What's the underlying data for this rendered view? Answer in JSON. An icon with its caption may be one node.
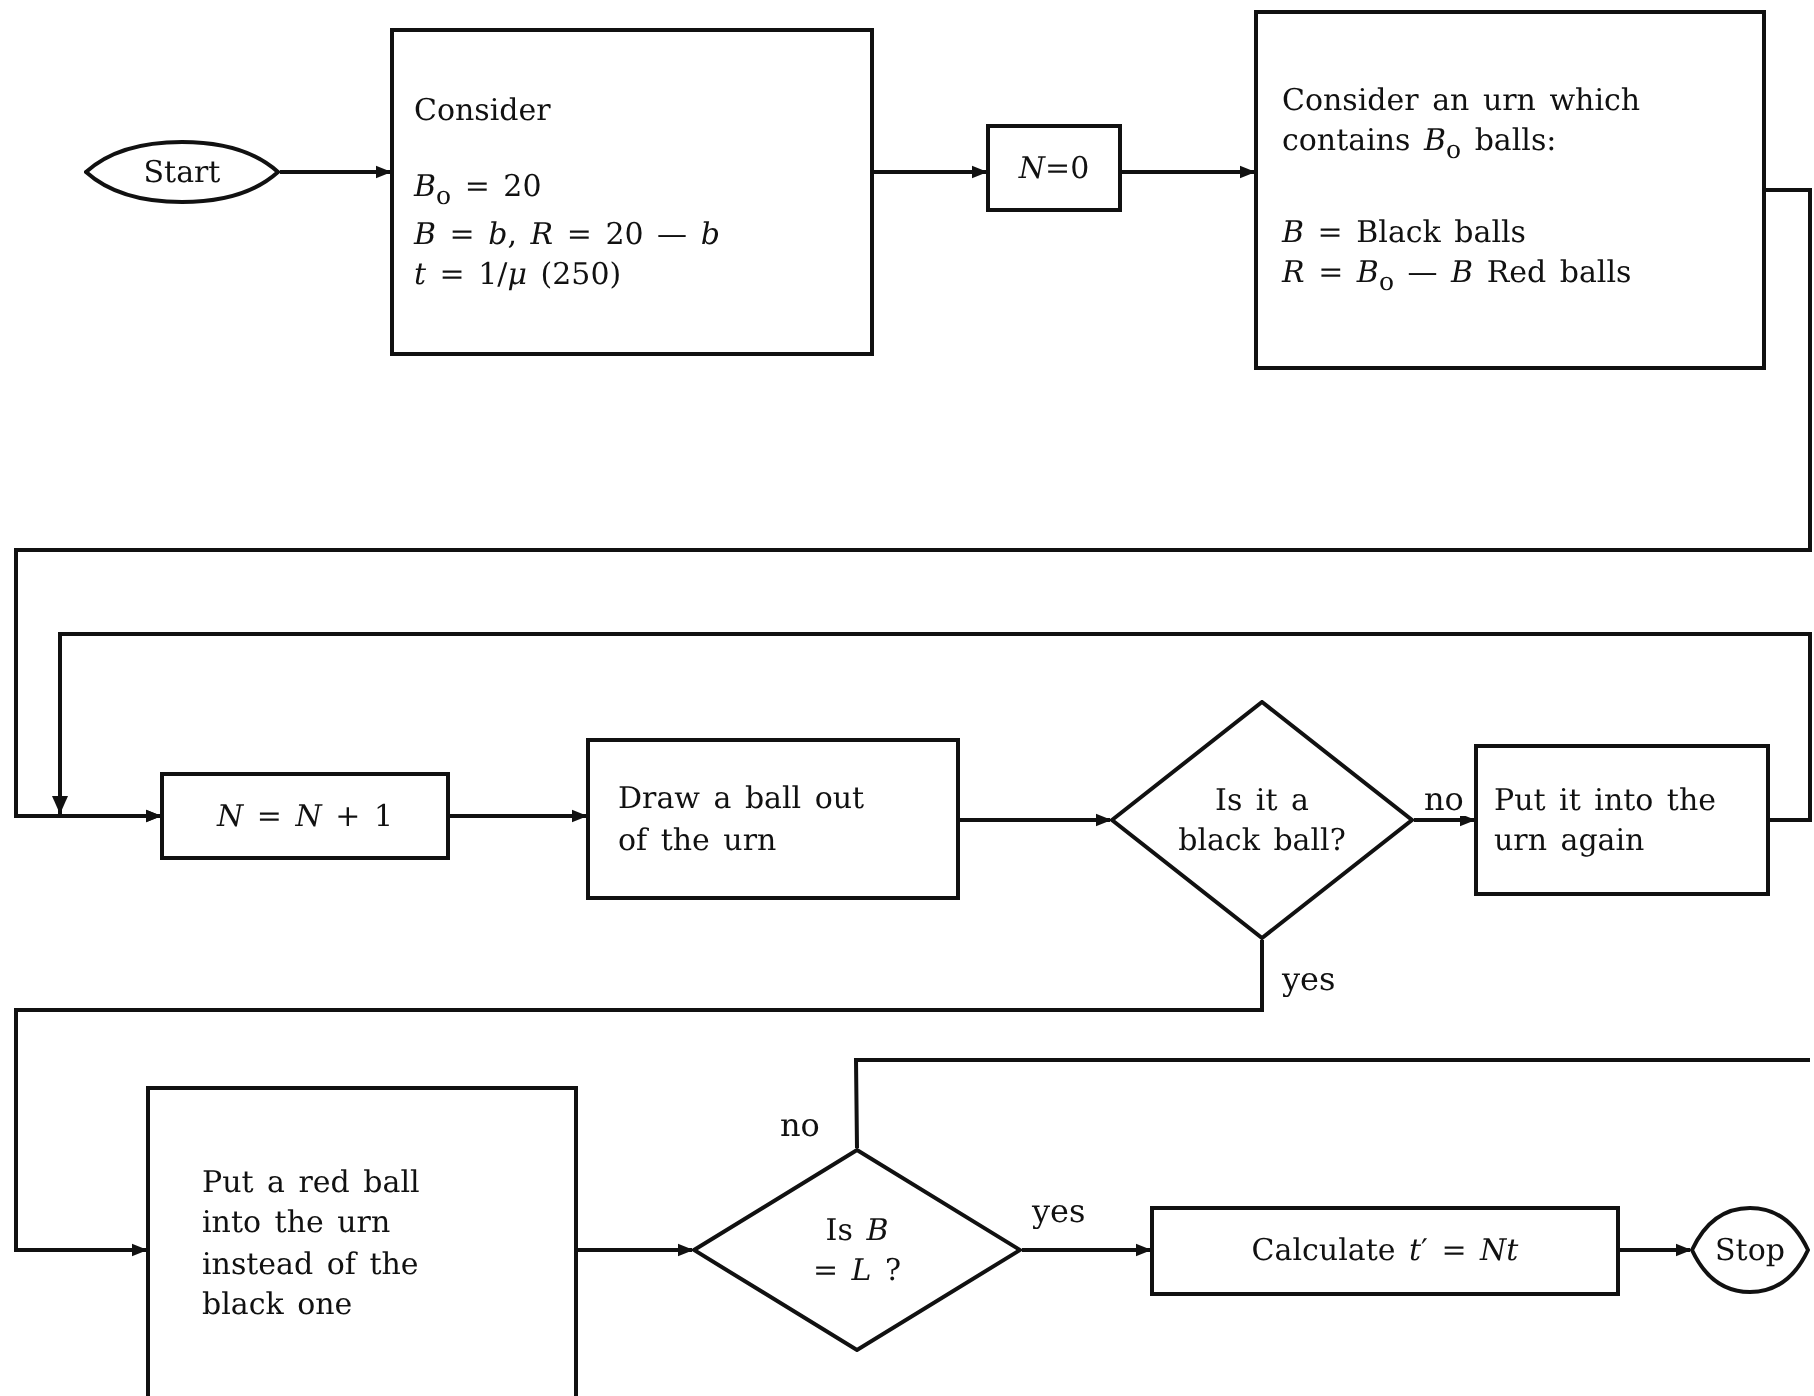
{
  "diagram": {
    "nodes": [
      {
        "text": [
          "Start"
        ]
      },
      {
        "text": [
          "Consider",
          "*B*$_{o}$ = 20",
          "*B* = *b*, *R* = 20 — *b*",
          "*t* = 1/*μ* (250)"
        ]
      },
      {
        "text": [
          "*N*=0"
        ]
      },
      {
        "text": [
          "Consider an urn which contains *B*$_{o}$ balls:",
          "*B* = Black balls",
          "*R* = *B*$_{o}$ — *B* Red balls"
        ]
      },
      {
        "text": [
          "*N* = *N* + 1"
        ]
      },
      {
        "text": [
          "Draw a ball out of the urn"
        ]
      },
      {
        "text": [
          "Is it a black ball?"
        ]
      },
      {
        "text": [
          "Put it into the urn again"
        ]
      },
      {
        "text": [
          "Put a red ball into the urn instead of the black one"
        ]
      },
      {
        "text": [
          "Is *B* = *L* ?"
        ]
      },
      {
        "text": [
          "Calculate *t*′ = *Nt*"
        ]
      },
      {
        "text": [
          "Stop"
        ]
      }
    ],
    "edges": [
      {
        "from": 0,
        "to": 1,
        "arrow": "to"
      },
      {
        "from": 1,
        "to": 2,
        "arrow": "to"
      },
      {
        "from": 2,
        "to": 3,
        "arrow": "to"
      },
      {
        "from": 3,
        "to": 4,
        "arrow": "to"
      },
      {
        "from": 7,
        "to": 4,
        "arrow": "to"
      },
      {
        "from": 4,
        "to": 5,
        "arrow": "to"
      },
      {
        "from": 5,
        "to": 6,
        "arrow": "to"
      },
      {
        "from": 6,
        "to": 7,
        "label": "no",
        "arrow": "to"
      },
      {
        "from": 6,
        "to": 8,
        "label": "yes",
        "arrow": "to"
      },
      {
        "from": 8,
        "to": 9,
        "arrow": "to"
      },
      {
        "from": 9,
        "to": 10,
        "label": "yes",
        "arrow": "to"
      },
      {
        "from": 10,
        "to": 11,
        "arrow": "to"
      },
      {
        "from": 9,
        "to": null,
        "label": "no",
        "arrow": "none"
      }
    ]
  }
}
